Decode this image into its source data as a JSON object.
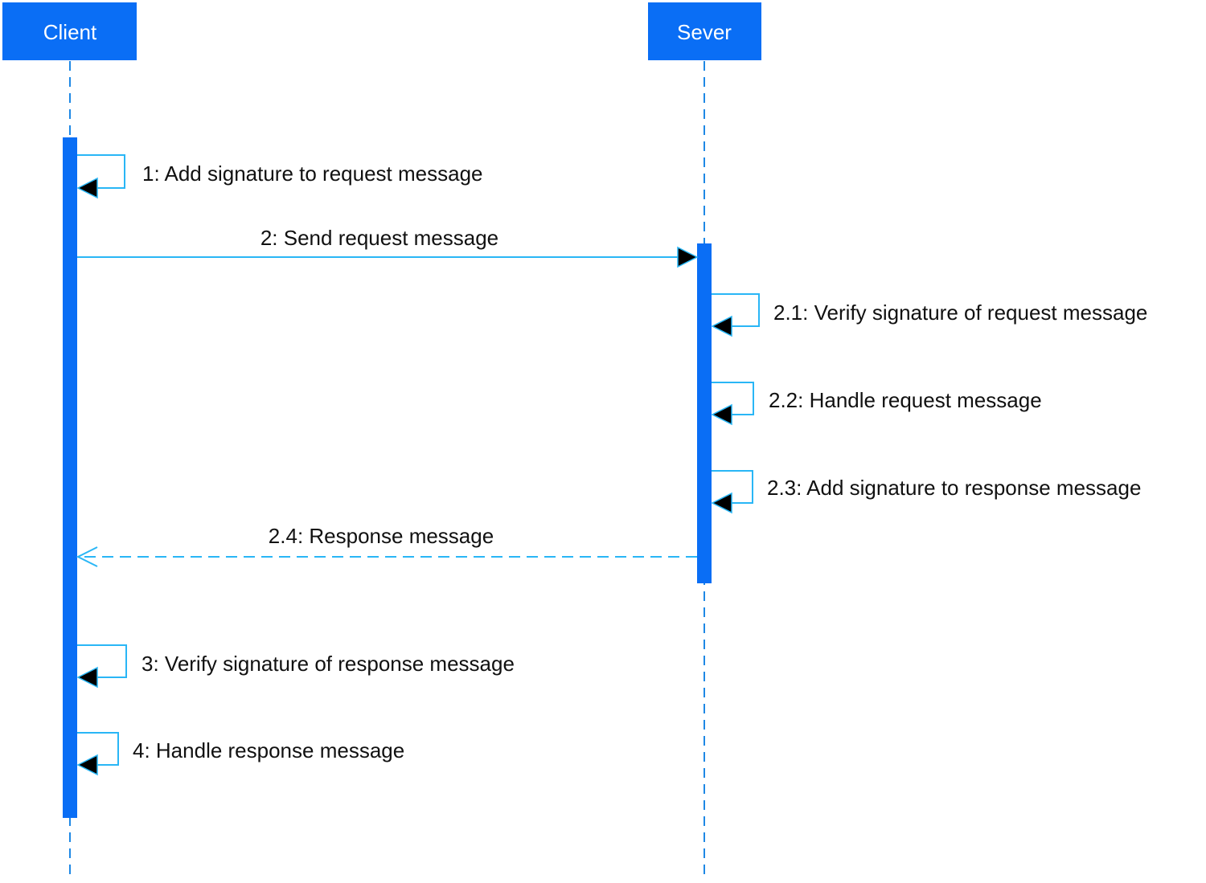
{
  "participants": {
    "client": {
      "label": "Client"
    },
    "server": {
      "label": "Sever"
    }
  },
  "messages": {
    "m1": {
      "label": "1: Add signature to request message"
    },
    "m2": {
      "label": "2: Send request message"
    },
    "m21": {
      "label": "2.1: Verify signature of request message"
    },
    "m22": {
      "label": "2.2: Handle request message"
    },
    "m23": {
      "label": "2.3: Add signature to response message"
    },
    "m24": {
      "label": "2.4: Response message"
    },
    "m3": {
      "label": "3: Verify signature of response message"
    },
    "m4": {
      "label": "4: Handle response message"
    }
  },
  "colors": {
    "participant_fill": "#0A6EF5",
    "participant_text": "#FFFFFF",
    "lifeline": "#1E88E5",
    "activation": "#0A6EF5",
    "message_line": "#29B6F6",
    "arrow_head": "#000000",
    "label_text": "#111111"
  }
}
